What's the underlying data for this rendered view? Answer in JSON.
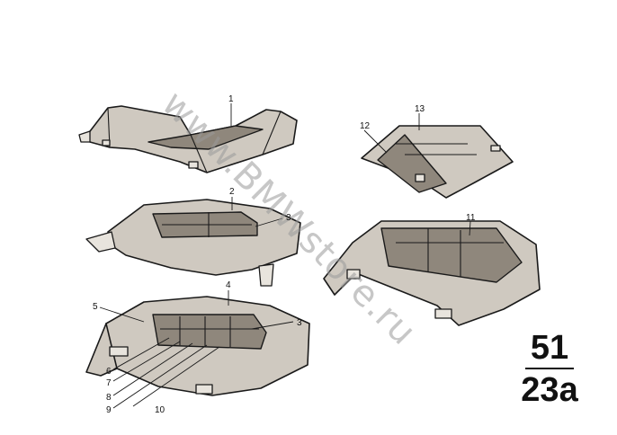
{
  "watermark": "www.BMWstore.ru",
  "page_number": {
    "group": "51",
    "sheet": "23a"
  },
  "callouts": {
    "c1": "1",
    "c2": "2",
    "c3a": "3",
    "c3b": "3",
    "c4": "4",
    "c5": "5",
    "c6": "6",
    "c7": "7",
    "c8": "8",
    "c9": "9",
    "c10": "10",
    "c11": "11",
    "c12": "12",
    "c13": "13"
  }
}
